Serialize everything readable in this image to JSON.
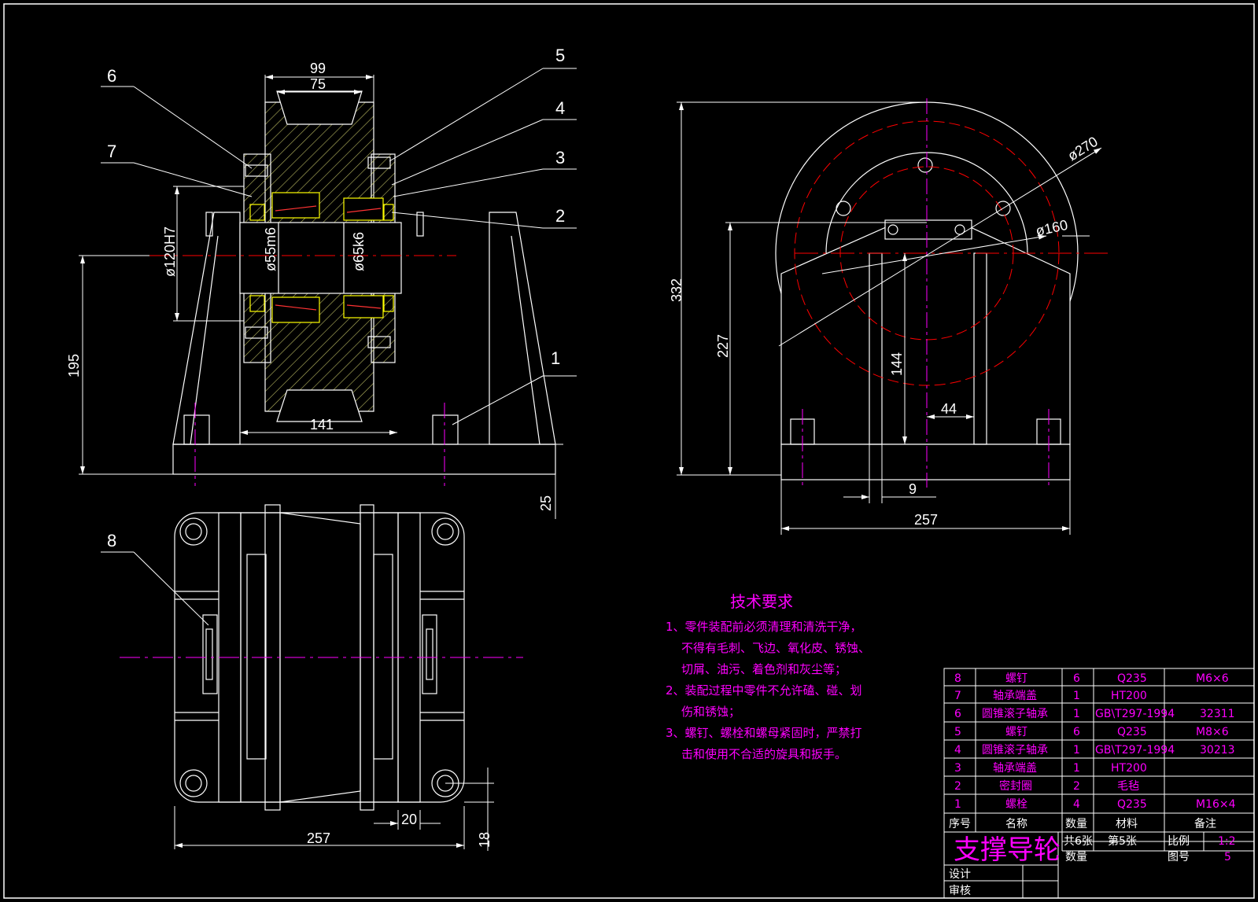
{
  "callouts": [
    "1",
    "2",
    "3",
    "4",
    "5",
    "6",
    "7",
    "8"
  ],
  "dimensions": {
    "front": {
      "d99": "99",
      "d75": "75",
      "d141": "141",
      "d195": "195",
      "d25": "25",
      "bore120": "ø120H7",
      "shaft55": "ø55m6",
      "shaft65": "ø65k6"
    },
    "side": {
      "d332": "332",
      "d227": "227",
      "d144": "144",
      "d44": "44",
      "d9": "9",
      "d257": "257",
      "dia270": "ø270",
      "dia160": "ø160"
    },
    "top": {
      "d20": "20",
      "d257": "257",
      "d18": "18"
    }
  },
  "requirements": {
    "title": "技术要求",
    "lines": [
      "1、零件装配前必须清理和清洗干净，",
      "不得有毛刺、飞边、氧化皮、锈蚀、",
      "切屑、油污、着色剂和灰尘等；",
      "2、装配过程中零件不允许磕、碰、划",
      "伤和锈蚀；",
      "3、螺钉、螺栓和螺母紧固时，严禁打",
      "击和使用不合适的旋具和扳手。"
    ]
  },
  "bom": {
    "rows": [
      {
        "no": "8",
        "name": "螺钉",
        "qty": "6",
        "material": "Q235",
        "note": "M6×6"
      },
      {
        "no": "7",
        "name": "轴承端盖",
        "qty": "1",
        "material": "HT200",
        "note": ""
      },
      {
        "no": "6",
        "name": "圆锥滚子轴承",
        "qty": "1",
        "material": "GB\\T297-1994",
        "note": "32311"
      },
      {
        "no": "5",
        "name": "螺钉",
        "qty": "6",
        "material": "Q235",
        "note": "M8×6"
      },
      {
        "no": "4",
        "name": "圆锥滚子轴承",
        "qty": "1",
        "material": "GB\\T297-1994",
        "note": "30213"
      },
      {
        "no": "3",
        "name": "轴承端盖",
        "qty": "1",
        "material": "HT200",
        "note": ""
      },
      {
        "no": "2",
        "name": "密封圈",
        "qty": "2",
        "material": "毛毡",
        "note": ""
      },
      {
        "no": "1",
        "name": "螺栓",
        "qty": "4",
        "material": "Q235",
        "note": "M16×4"
      }
    ],
    "headers": {
      "no": "序号",
      "name": "名称",
      "qty": "数量",
      "material": "材料",
      "note": "备注"
    }
  },
  "title_block": {
    "title": "支撑导轮",
    "sheets_total": "共6张",
    "sheet_no": "第5张",
    "qty_label": "数量",
    "scale_label": "比例",
    "scale": "1:2",
    "drawing_label": "图号",
    "drawing_no": "5",
    "design": "设计",
    "review": "审核"
  },
  "colors": {
    "background": "#000000",
    "line": "#ffffff",
    "accent": "#ff00ff",
    "center": "#ff0000",
    "hatch": "#c8c864",
    "bearing": "#ffff00"
  }
}
